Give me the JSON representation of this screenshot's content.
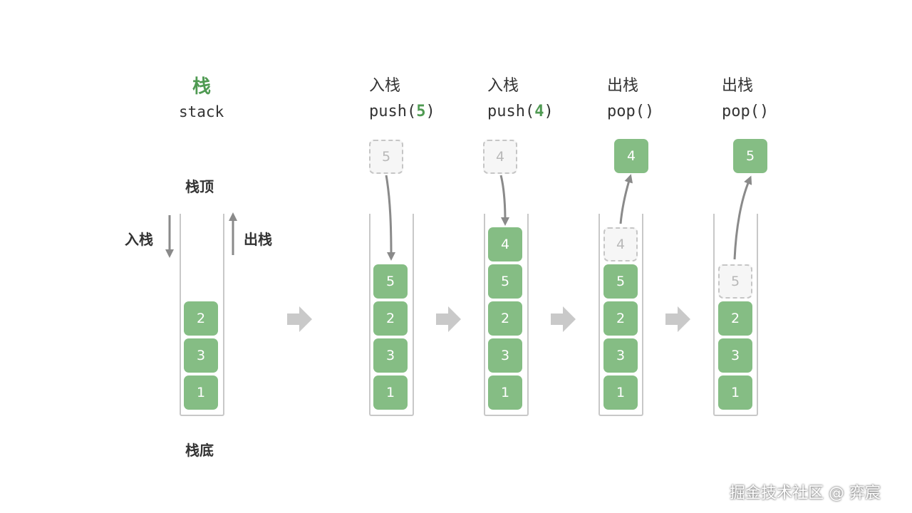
{
  "intro": {
    "title": "栈",
    "subtitle": "stack",
    "top_label": "栈顶",
    "bottom_label": "栈底",
    "push_label": "入栈",
    "pop_label": "出栈",
    "items": [
      "2",
      "3",
      "1"
    ]
  },
  "steps": [
    {
      "label": "入栈",
      "op": "push(",
      "arg": "5",
      "close": ")",
      "moving": "5",
      "moving_style": "ghost",
      "stack": [
        {
          "value": "5",
          "style": "solid"
        },
        {
          "value": "2",
          "style": "solid"
        },
        {
          "value": "3",
          "style": "solid"
        },
        {
          "value": "1",
          "style": "solid"
        }
      ]
    },
    {
      "label": "入栈",
      "op": "push(",
      "arg": "4",
      "close": ")",
      "moving": "4",
      "moving_style": "ghost",
      "stack": [
        {
          "value": "4",
          "style": "solid"
        },
        {
          "value": "5",
          "style": "solid"
        },
        {
          "value": "2",
          "style": "solid"
        },
        {
          "value": "3",
          "style": "solid"
        },
        {
          "value": "1",
          "style": "solid"
        }
      ]
    },
    {
      "label": "出栈",
      "op": "pop()",
      "arg": "",
      "close": "",
      "moving": "4",
      "moving_style": "solid",
      "stack": [
        {
          "value": "4",
          "style": "ghost"
        },
        {
          "value": "5",
          "style": "solid"
        },
        {
          "value": "2",
          "style": "solid"
        },
        {
          "value": "3",
          "style": "solid"
        },
        {
          "value": "1",
          "style": "solid"
        }
      ]
    },
    {
      "label": "出栈",
      "op": "pop()",
      "arg": "",
      "close": "",
      "moving": "5",
      "moving_style": "solid",
      "stack": [
        {
          "value": "5",
          "style": "ghost"
        },
        {
          "value": "2",
          "style": "solid"
        },
        {
          "value": "3",
          "style": "solid"
        },
        {
          "value": "1",
          "style": "solid"
        }
      ]
    }
  ],
  "watermark": "掘金技术社区 @ 弈宸",
  "colors": {
    "accent": "#4f9a52",
    "cell": "#85bd84",
    "ghost_fill": "#f6f6f6",
    "ghost_border": "#c6c6c6",
    "tube": "#c8c8c8",
    "arrow": "#8a8a8a",
    "flow_arrow": "#c9c9c9"
  },
  "icons": {
    "flow": "chevron-arrow-right-icon",
    "push": "arrow-down-icon",
    "pop": "arrow-up-icon"
  }
}
